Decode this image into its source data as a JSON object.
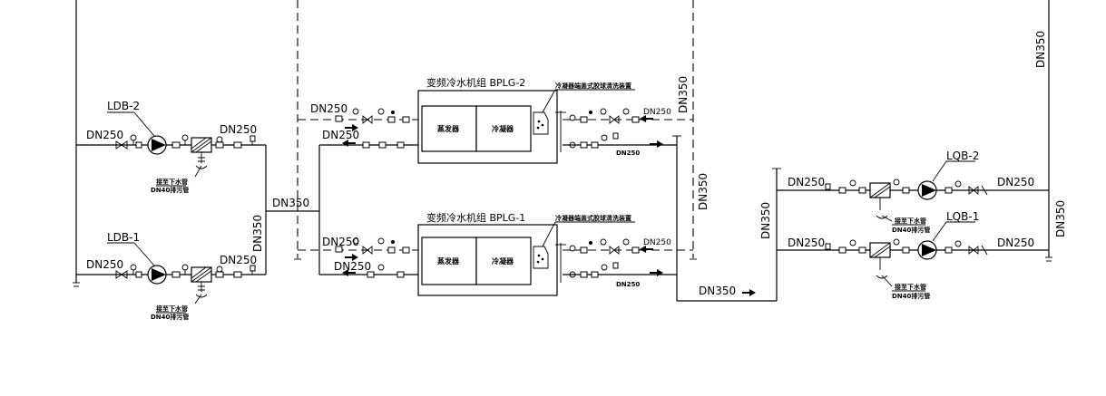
{
  "pipe_labels": {
    "dn250": "DN250",
    "dn350": "DN350"
  },
  "chillers": [
    {
      "title": "变频冷水机组 BPLG-2",
      "evaporator": "蒸发器",
      "condenser": "冷凝器",
      "cleaning_device": "冷凝器端盖式胶球清洗装置"
    },
    {
      "title": "变频冷水机组 BPLG-1",
      "evaporator": "蒸发器",
      "condenser": "冷凝器",
      "cleaning_device": "冷凝器端盖式胶球清洗装置"
    }
  ],
  "chilled_pumps": [
    {
      "tag": "LDB-2"
    },
    {
      "tag": "LDB-1"
    }
  ],
  "cooling_pumps": [
    {
      "tag": "LQB-2"
    },
    {
      "tag": "LQB-1"
    }
  ],
  "drain_note": {
    "line1": "接至下水管",
    "line2": "DN40排污管"
  }
}
